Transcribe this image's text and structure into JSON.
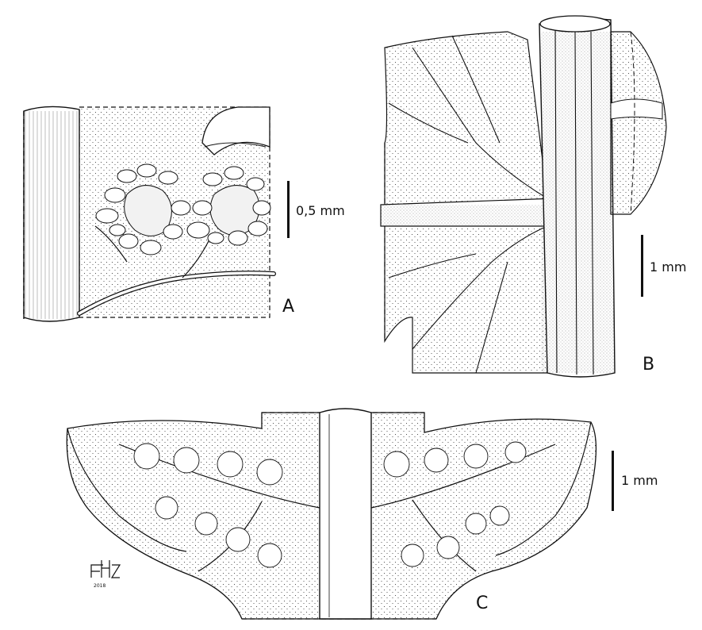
{
  "plate": {
    "description_free": true,
    "ink_color": "#111111",
    "paper_color": "#ffffff"
  },
  "panels": [
    {
      "letter": "A",
      "scale_label": "0,5 mm"
    },
    {
      "letter": "B",
      "scale_label": "1 mm"
    },
    {
      "letter": "C",
      "scale_label": "1 mm"
    }
  ],
  "signature": {
    "year": "2018"
  }
}
